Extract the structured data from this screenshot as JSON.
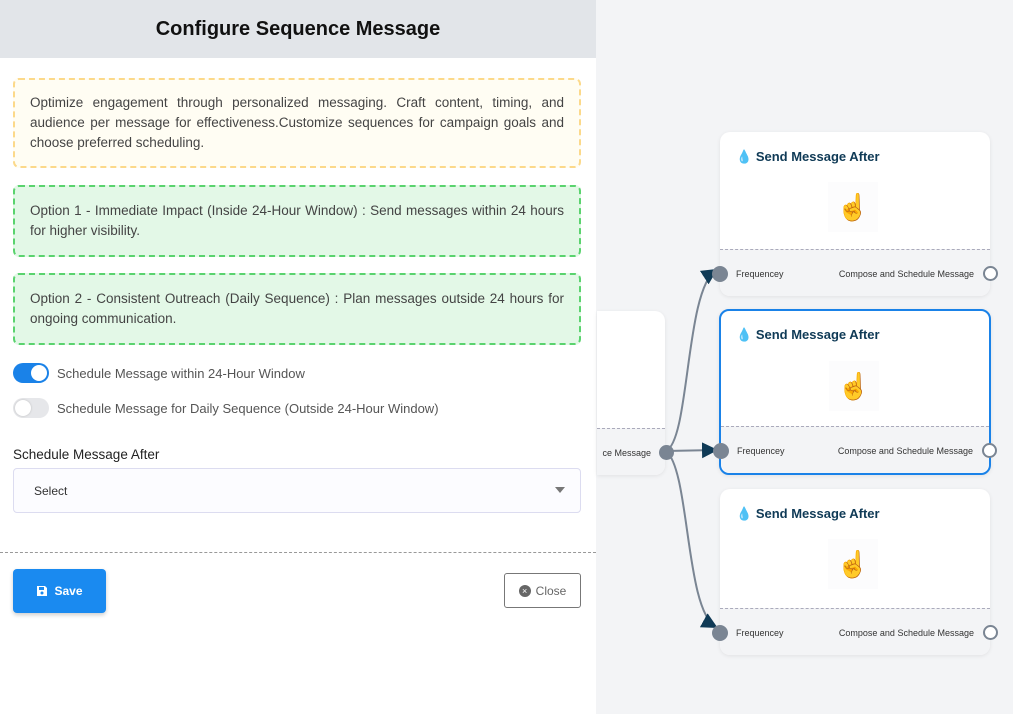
{
  "panel": {
    "title": "Configure Sequence Message",
    "info": "Optimize engagement through personalized messaging. Craft content, timing, and audience per message for effectiveness.Customize sequences for campaign goals and choose preferred scheduling.",
    "option1": "Option 1 - Immediate Impact (Inside 24-Hour Window) : Send messages within 24 hours for higher visibility.",
    "option2": "Option 2 - Consistent Outreach (Daily Sequence) : Plan messages outside 24 hours for ongoing communication.",
    "toggles": [
      {
        "label": "Schedule Message within 24-Hour Window",
        "on": true
      },
      {
        "label": "Schedule Message for Daily Sequence (Outside 24-Hour Window)",
        "on": false
      }
    ],
    "field_label": "Schedule Message After",
    "select_value": "Select",
    "save_label": "Save",
    "close_label": "Close"
  },
  "canvas": {
    "source_footer": "ce Message",
    "nodes": [
      {
        "title": "Send Message After",
        "left": "Frequencey",
        "right": "Compose and Schedule Message",
        "selected": false
      },
      {
        "title": "Send Message After",
        "left": "Frequencey",
        "right": "Compose and Schedule Message",
        "selected": true
      },
      {
        "title": "Send Message After",
        "left": "Frequencey",
        "right": "Compose and Schedule Message",
        "selected": false
      }
    ]
  },
  "colors": {
    "accent": "#1a82e8",
    "edge": "#7a8593",
    "arrow": "#0f3a56"
  }
}
